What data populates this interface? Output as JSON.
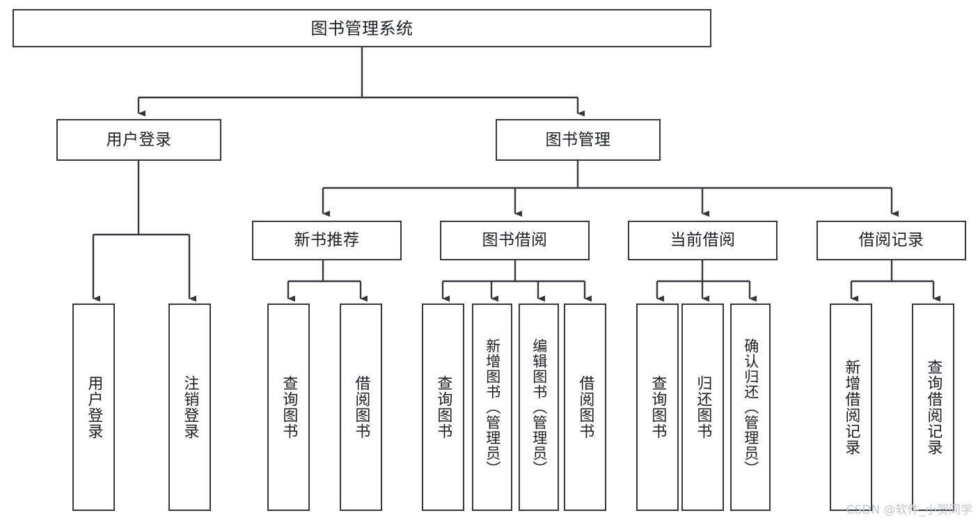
{
  "diagram": {
    "title": "图书管理系统",
    "watermark": "CSDN @软件_小贺同学",
    "type": "tree",
    "colors": {
      "background": "#ffffff",
      "node_border": "#33373b",
      "node_fill": "#ffffff",
      "edge": "#33373b",
      "text": "#1b1f23",
      "watermark": "#c2c6ca"
    },
    "levels": {
      "root": {
        "label": "图书管理系统"
      },
      "level2": [
        {
          "label": "用户登录"
        },
        {
          "label": "图书管理"
        }
      ],
      "level3": [
        {
          "label": "新书推荐"
        },
        {
          "label": "图书借阅"
        },
        {
          "label": "当前借阅"
        },
        {
          "label": "借阅记录"
        }
      ],
      "leaves_user_login": [
        {
          "label": "用户登录"
        },
        {
          "label": "注销登录"
        }
      ],
      "leaves_new_book": [
        {
          "label": "查询图书"
        },
        {
          "label": "借阅图书"
        }
      ],
      "leaves_borrow": [
        {
          "label": "查询图书"
        },
        {
          "label": "新增图书（管理员）"
        },
        {
          "label": "编辑图书（管理员）"
        },
        {
          "label": "借阅图书"
        }
      ],
      "leaves_current": [
        {
          "label": "查询图书"
        },
        {
          "label": "归还图书"
        },
        {
          "label": "确认归还（管理员）"
        }
      ],
      "leaves_records": [
        {
          "label": "新增借阅记录"
        },
        {
          "label": "查询借阅记录"
        }
      ]
    }
  }
}
